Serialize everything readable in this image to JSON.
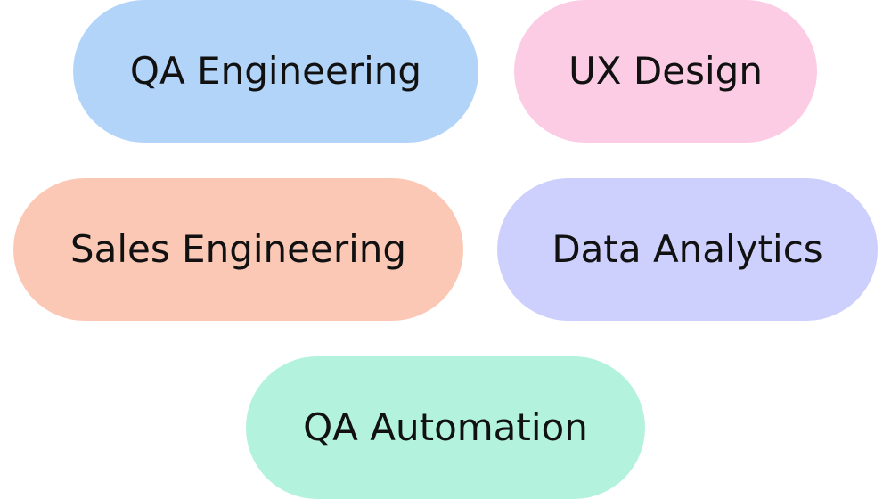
{
  "tags": [
    {
      "label": "QA Engineering",
      "color": "#b3d4f9"
    },
    {
      "label": "UX Design",
      "color": "#fccbe4"
    },
    {
      "label": "Sales Engineering",
      "color": "#fcc8b6"
    },
    {
      "label": "Data Analytics",
      "color": "#cdd0fc"
    },
    {
      "label": "QA Automation",
      "color": "#b3f2dc"
    }
  ]
}
